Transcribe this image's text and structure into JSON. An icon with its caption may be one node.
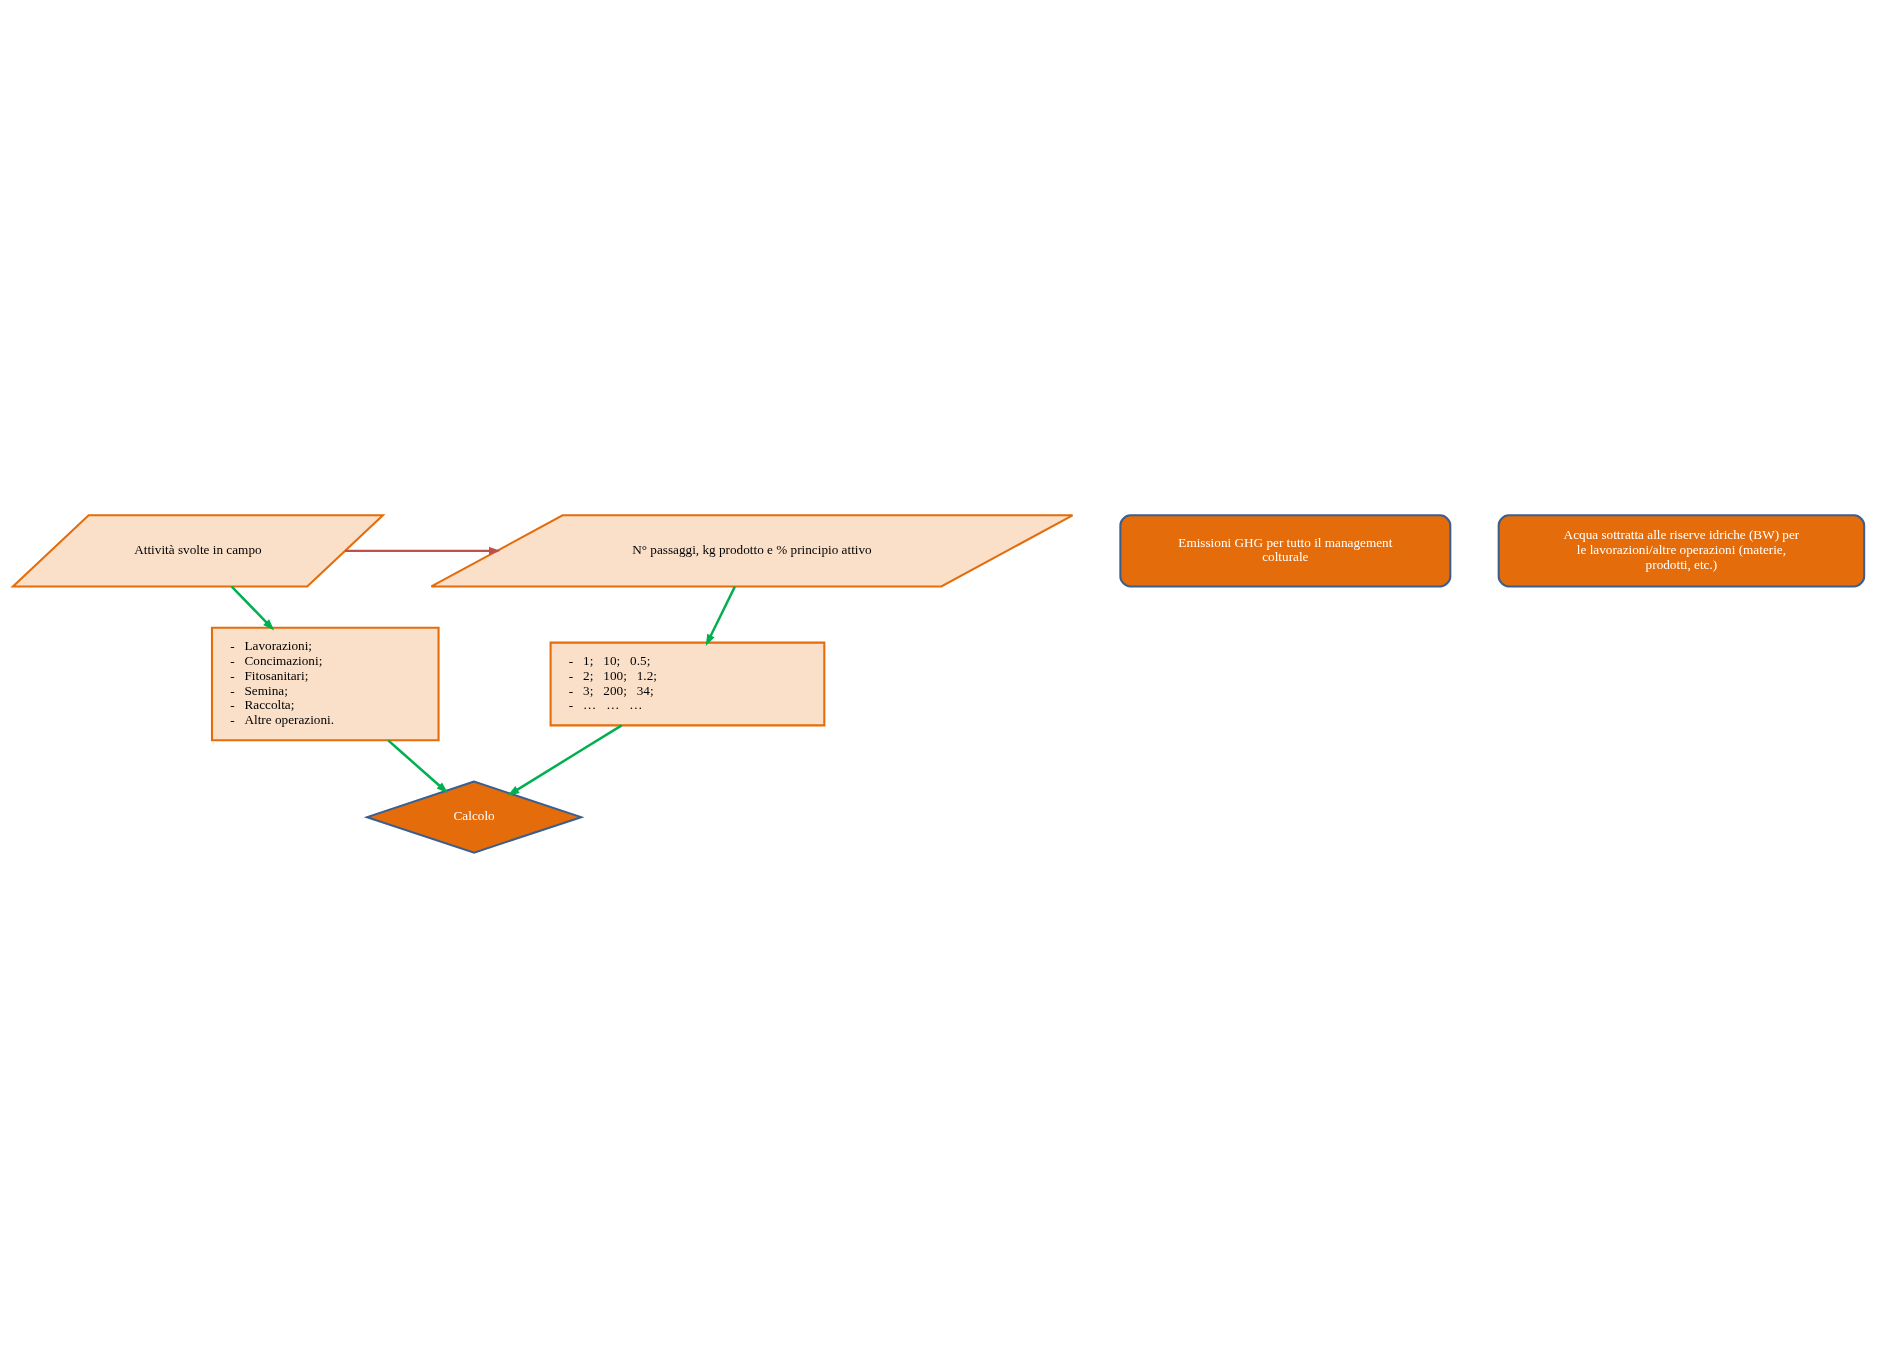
{
  "diagram": {
    "nodes": [
      {
        "text": [
          "Attività svolte in campo"
        ]
      },
      {
        "text": [
          "N° passaggi, kg prodotto e % principio attivo"
        ]
      },
      {
        "text": [
          "-   Lavorazioni;",
          "-   Concimazioni;",
          "-   Fitosanitari;",
          "-   Semina;",
          "-   Raccolta;",
          "-   Altre operazioni."
        ]
      },
      {
        "text": [
          "-   1;   10;   0.5;",
          "-   2;   100;   1.2;",
          "-   3;   200;   34;",
          "-   …   …   …"
        ]
      },
      {
        "text": [
          "Calcolo"
        ]
      },
      {
        "text": [
          "Emissioni GHG per tutto il management colturale"
        ]
      },
      {
        "text": [
          "Acqua sottratta alle riserve idriche (BW) per le lavorazioni/altre operazioni (materie, prodotti, etc.)"
        ]
      }
    ],
    "edges": [
      {
        "from": 0,
        "to": 1,
        "arrow": "to",
        "color": "#c0504d"
      },
      {
        "from": 0,
        "to": 2,
        "arrow": "to"
      },
      {
        "from": 1,
        "to": 3,
        "arrow": "to"
      },
      {
        "from": 2,
        "to": 4,
        "arrow": "to"
      },
      {
        "from": 3,
        "to": 4,
        "arrow": "to"
      }
    ]
  }
}
